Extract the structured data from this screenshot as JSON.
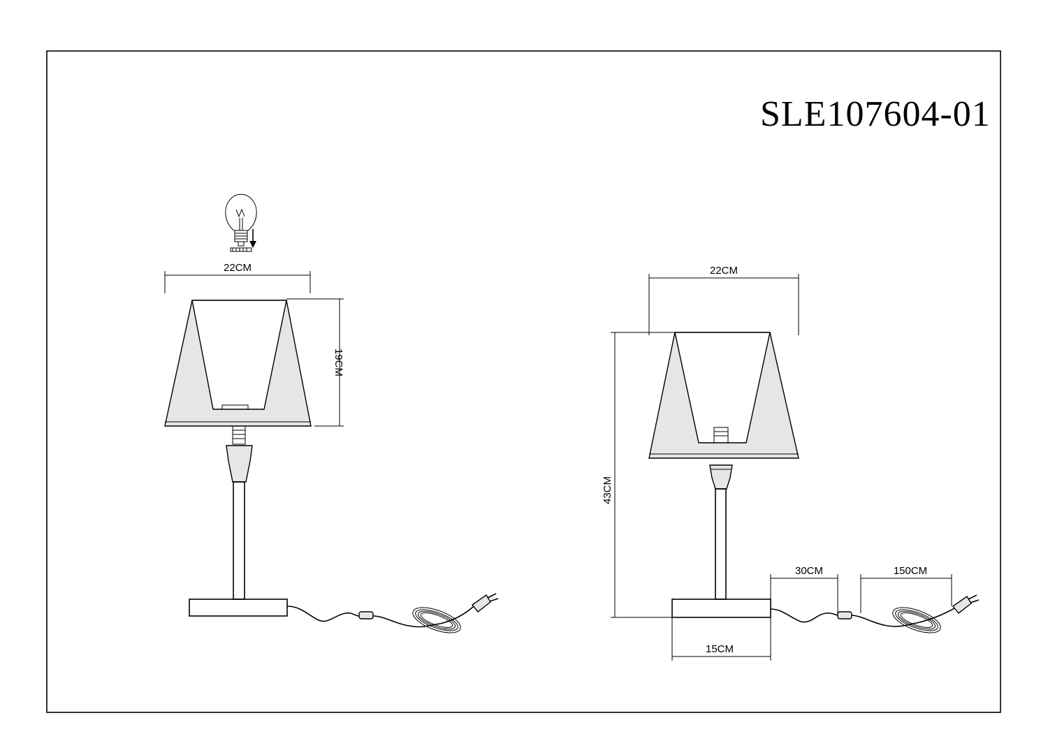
{
  "title": "SLE107604-01",
  "left_view": {
    "shade_width": "22CM",
    "shade_height": "19CM"
  },
  "right_view": {
    "shade_width": "22CM",
    "total_height": "43CM",
    "base_width": "15CM",
    "cord_to_switch": "30CM",
    "switch_to_plug": "150CM"
  }
}
